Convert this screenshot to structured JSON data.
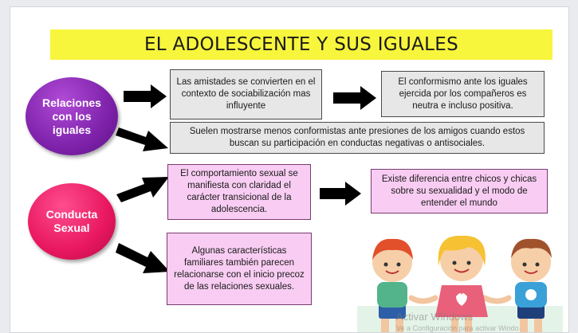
{
  "title": "EL ADOLESCENTE Y SUS IGUALES",
  "colors": {
    "title_bg": "#f7f53c",
    "purple_circle": "#7e22aa",
    "pink_circle": "#e8175f",
    "gray_box": "#e7e7e7",
    "pink_box": "#f9cdf3",
    "arrow": "#000000"
  },
  "nodes": {
    "relaciones": "Relaciones con los iguales",
    "conducta": "Conducta Sexual"
  },
  "boxes": {
    "amistades": "Las amistades se convierten en el contexto de sociabilización mas influyente",
    "conformismo": "El conformismo ante los iguales ejercida por los compañeros es neutra e incluso positiva.",
    "conformistas": "Suelen mostrarse menos conformistas ante presiones de los amigos cuando estos buscan su participación en conductas negativas o antisociales.",
    "comportamiento": "El comportamiento sexual se manifiesta con claridad el carácter transicional de la adolescencia.",
    "diferencia": "Existe diferencia entre chicos y chicas sobre su sexualidad  y el modo de entender el mundo",
    "caracteristicas": "Algunas características familiares también parecen relacionarse con el inicio precoz de las relaciones sexuales."
  },
  "watermark": {
    "line1": "Activar Windows",
    "line2": "Ve a Configuración para activar Windo"
  },
  "illustration": "three-children-holding-hands"
}
